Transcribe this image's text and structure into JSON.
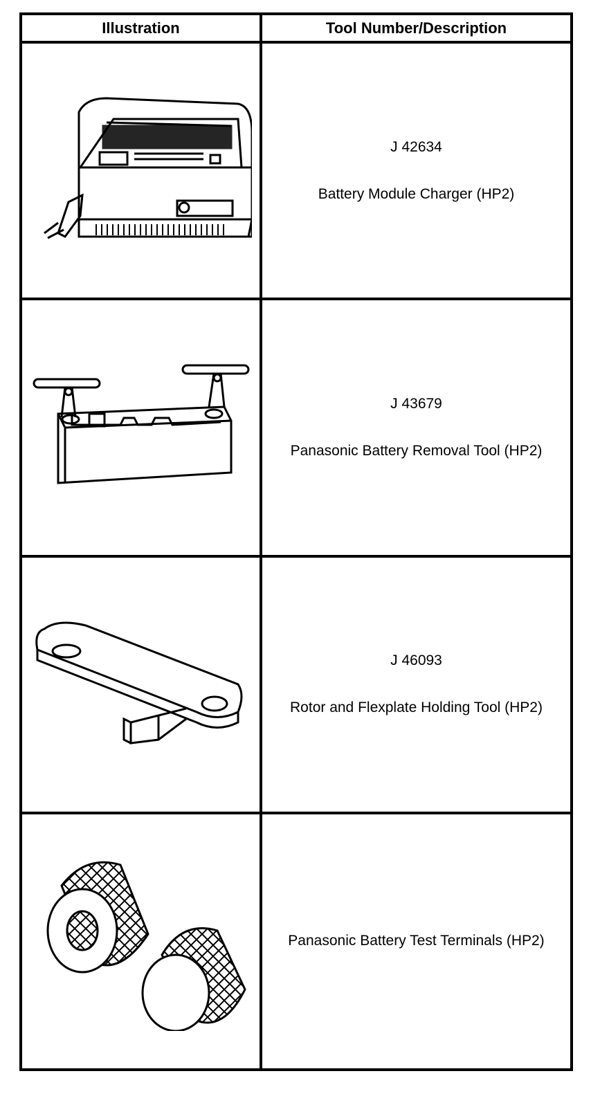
{
  "table": {
    "headers": {
      "illustration": "Illustration",
      "tool": "Tool Number/Description"
    },
    "rows": [
      {
        "illustration_icon": "battery-charger-icon",
        "tool_number": "J 42634",
        "description": "Battery Module Charger (HP2)"
      },
      {
        "illustration_icon": "battery-removal-tool-icon",
        "tool_number": "J 43679",
        "description": "Panasonic Battery Removal Tool (HP2)"
      },
      {
        "illustration_icon": "holding-tool-icon",
        "tool_number": "J 46093",
        "description": "Rotor and Flexplate Holding Tool (HP2)"
      },
      {
        "illustration_icon": "test-terminals-icon",
        "tool_number": "",
        "description": "Panasonic Battery Test Terminals (HP2)"
      }
    ]
  }
}
